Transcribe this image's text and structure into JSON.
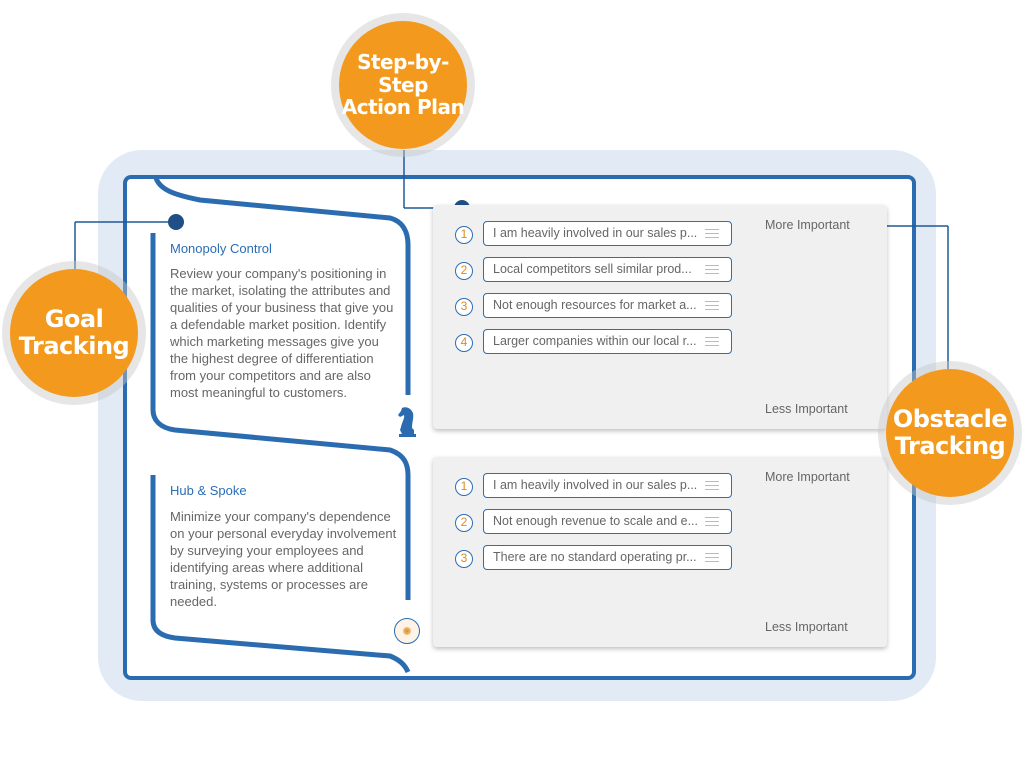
{
  "callouts": {
    "action_plan": "Step-by-Step\nAction Plan",
    "goal_tracking": "Goal\nTracking",
    "obstacle_tracking": "Obstacle\nTracking"
  },
  "goals": [
    {
      "title": "Monopoly Control",
      "description": "Review your company's positioning in the market, isolating the attributes and qualities of your business that give you a defendable market position. Identify which marketing messages give you the highest degree of differentiation from your competitors and are also most meaningful to customers.",
      "icon": "chess-knight-icon"
    },
    {
      "title": "Hub & Spoke",
      "description": "Minimize your company's dependence on your personal everyday involvement by surveying your employees and identifying areas where additional training, systems or processes are needed.",
      "icon": "hub-spoke-icon"
    }
  ],
  "obstacles": [
    {
      "more_label": "More Important",
      "less_label": "Less Important",
      "items": [
        {
          "num": "1",
          "text": "I am heavily involved in our sales p..."
        },
        {
          "num": "2",
          "text": "Local competitors sell similar prod..."
        },
        {
          "num": "3",
          "text": "Not enough resources for market a..."
        },
        {
          "num": "4",
          "text": "Larger companies within our local r..."
        }
      ]
    },
    {
      "more_label": "More Important",
      "less_label": "Less Important",
      "items": [
        {
          "num": "1",
          "text": "I am heavily involved in our sales p..."
        },
        {
          "num": "2",
          "text": "Not enough revenue to scale and e..."
        },
        {
          "num": "3",
          "text": "There are no standard operating pr..."
        }
      ]
    }
  ],
  "colors": {
    "accent_blue": "#2b6cb0",
    "badge_orange": "#f39a1e",
    "number_orange": "#e08a1f"
  }
}
